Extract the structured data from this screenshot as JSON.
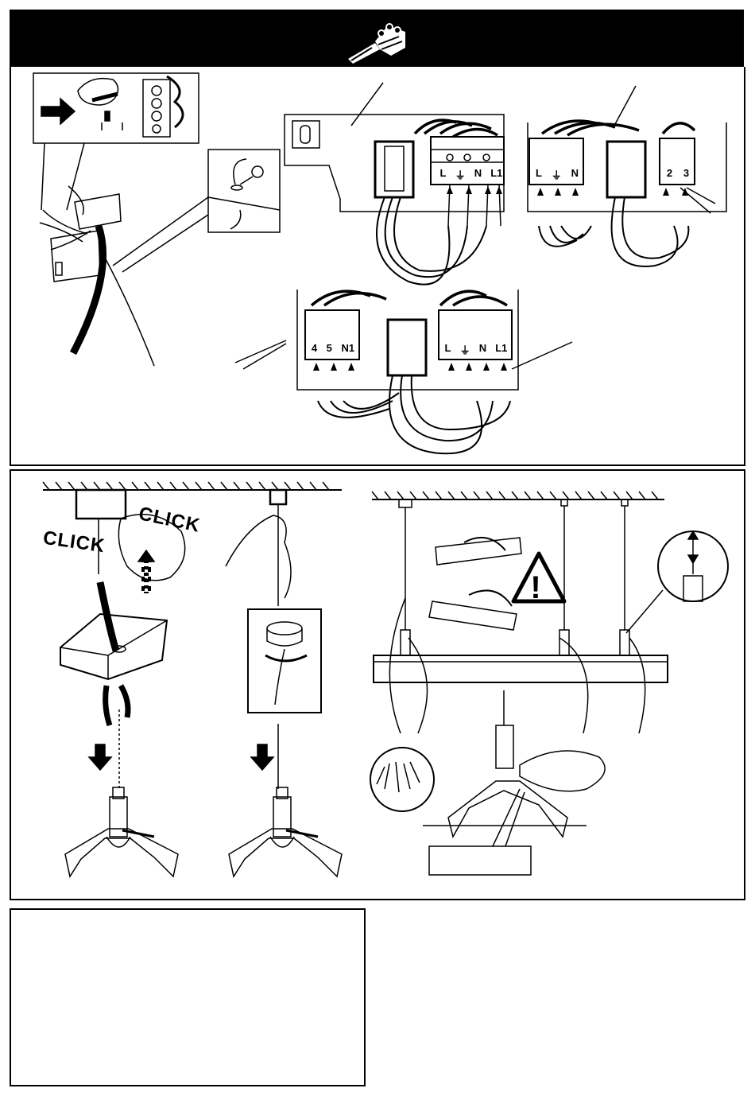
{
  "header": {
    "icon": "terminal-block-icon"
  },
  "diagram_labels": {
    "click_left": "CLICK",
    "click_right": "CLICK",
    "terminals_a": [
      "L",
      "⏚",
      "N",
      "L1"
    ],
    "terminals_b_left": [
      "L",
      "⏚",
      "N"
    ],
    "terminals_b_right": [
      "2",
      "3"
    ],
    "terminals_c_left": [
      "4",
      "5",
      "N1"
    ],
    "terminals_c_right": [
      "L",
      "⏚",
      "N",
      "L1"
    ]
  },
  "icons": {
    "warning": "warning-triangle-icon",
    "arrow": "arrow-icon",
    "hand": "hand-icon",
    "level": "spirit-level-icon"
  },
  "colors": {
    "ink": "#000000",
    "paper": "#ffffff"
  }
}
